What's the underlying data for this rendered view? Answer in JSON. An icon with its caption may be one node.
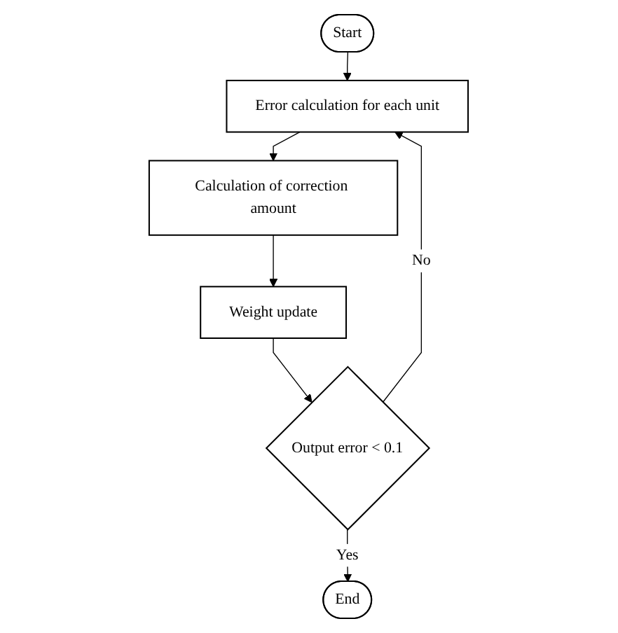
{
  "diagram": {
    "nodes": [
      {
        "text": [
          "Start"
        ]
      },
      {
        "text": [
          "Error calculation for each unit"
        ]
      },
      {
        "text": [
          "Calculation of correction amount"
        ]
      },
      {
        "text": [
          "Weight update"
        ]
      },
      {
        "text": [
          "Output error < 0.1"
        ]
      },
      {
        "text": [
          "End"
        ]
      }
    ],
    "edges": [
      {
        "from": 0,
        "to": 1,
        "arrow": "to"
      },
      {
        "from": 1,
        "to": 2,
        "arrow": "to"
      },
      {
        "from": 2,
        "to": 3,
        "arrow": "to"
      },
      {
        "from": 3,
        "to": 4,
        "arrow": "to"
      },
      {
        "from": 4,
        "to": 1,
        "arrow": "to",
        "label": "No"
      },
      {
        "from": 4,
        "to": 5,
        "arrow": "to",
        "label": "Yes"
      }
    ]
  }
}
